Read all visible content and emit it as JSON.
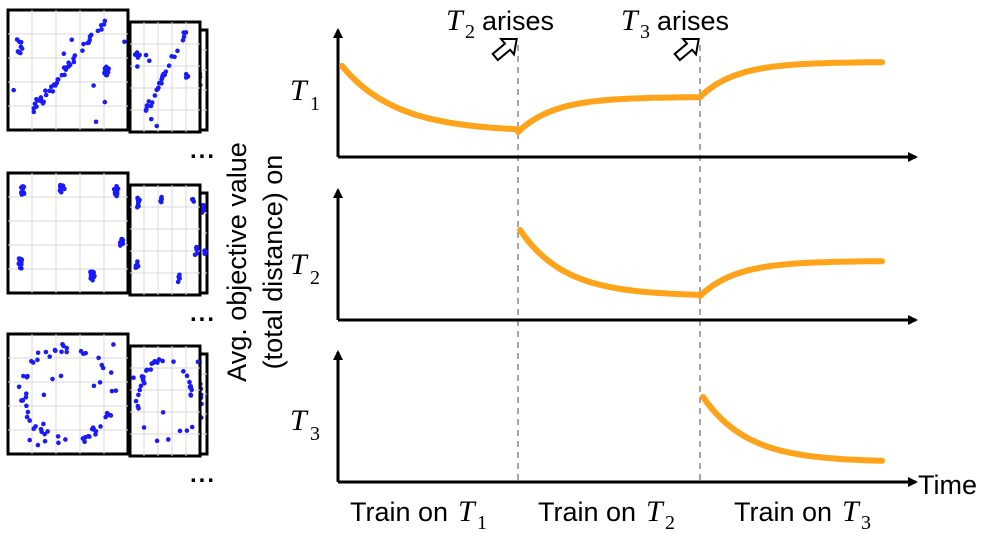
{
  "y_axis_label_line1": "Avg. objective value",
  "y_axis_label_line2": "(total distance) on",
  "x_axis_label": "Time",
  "row_labels": [
    {
      "base": "T",
      "sub": "1"
    },
    {
      "base": "T",
      "sub": "2"
    },
    {
      "base": "T",
      "sub": "3"
    }
  ],
  "events": [
    {
      "base": "T",
      "sub": "2",
      "text": "arises"
    },
    {
      "base": "T",
      "sub": "3",
      "text": "arises"
    }
  ],
  "phases": [
    {
      "text": "Train on ",
      "base": "T",
      "sub": "1"
    },
    {
      "text": "Train on ",
      "base": "T",
      "sub": "2"
    },
    {
      "text": "Train on ",
      "base": "T",
      "sub": "3"
    }
  ],
  "ellipsis": "...",
  "colors": {
    "curve": "#FFA31A",
    "points": "#1a1aff",
    "axis": "#000000",
    "dashed": "#888888",
    "grid": "#d9d9d9"
  },
  "instance_types": [
    "clustered-diagonal",
    "clustered-grid",
    "ring"
  ]
}
